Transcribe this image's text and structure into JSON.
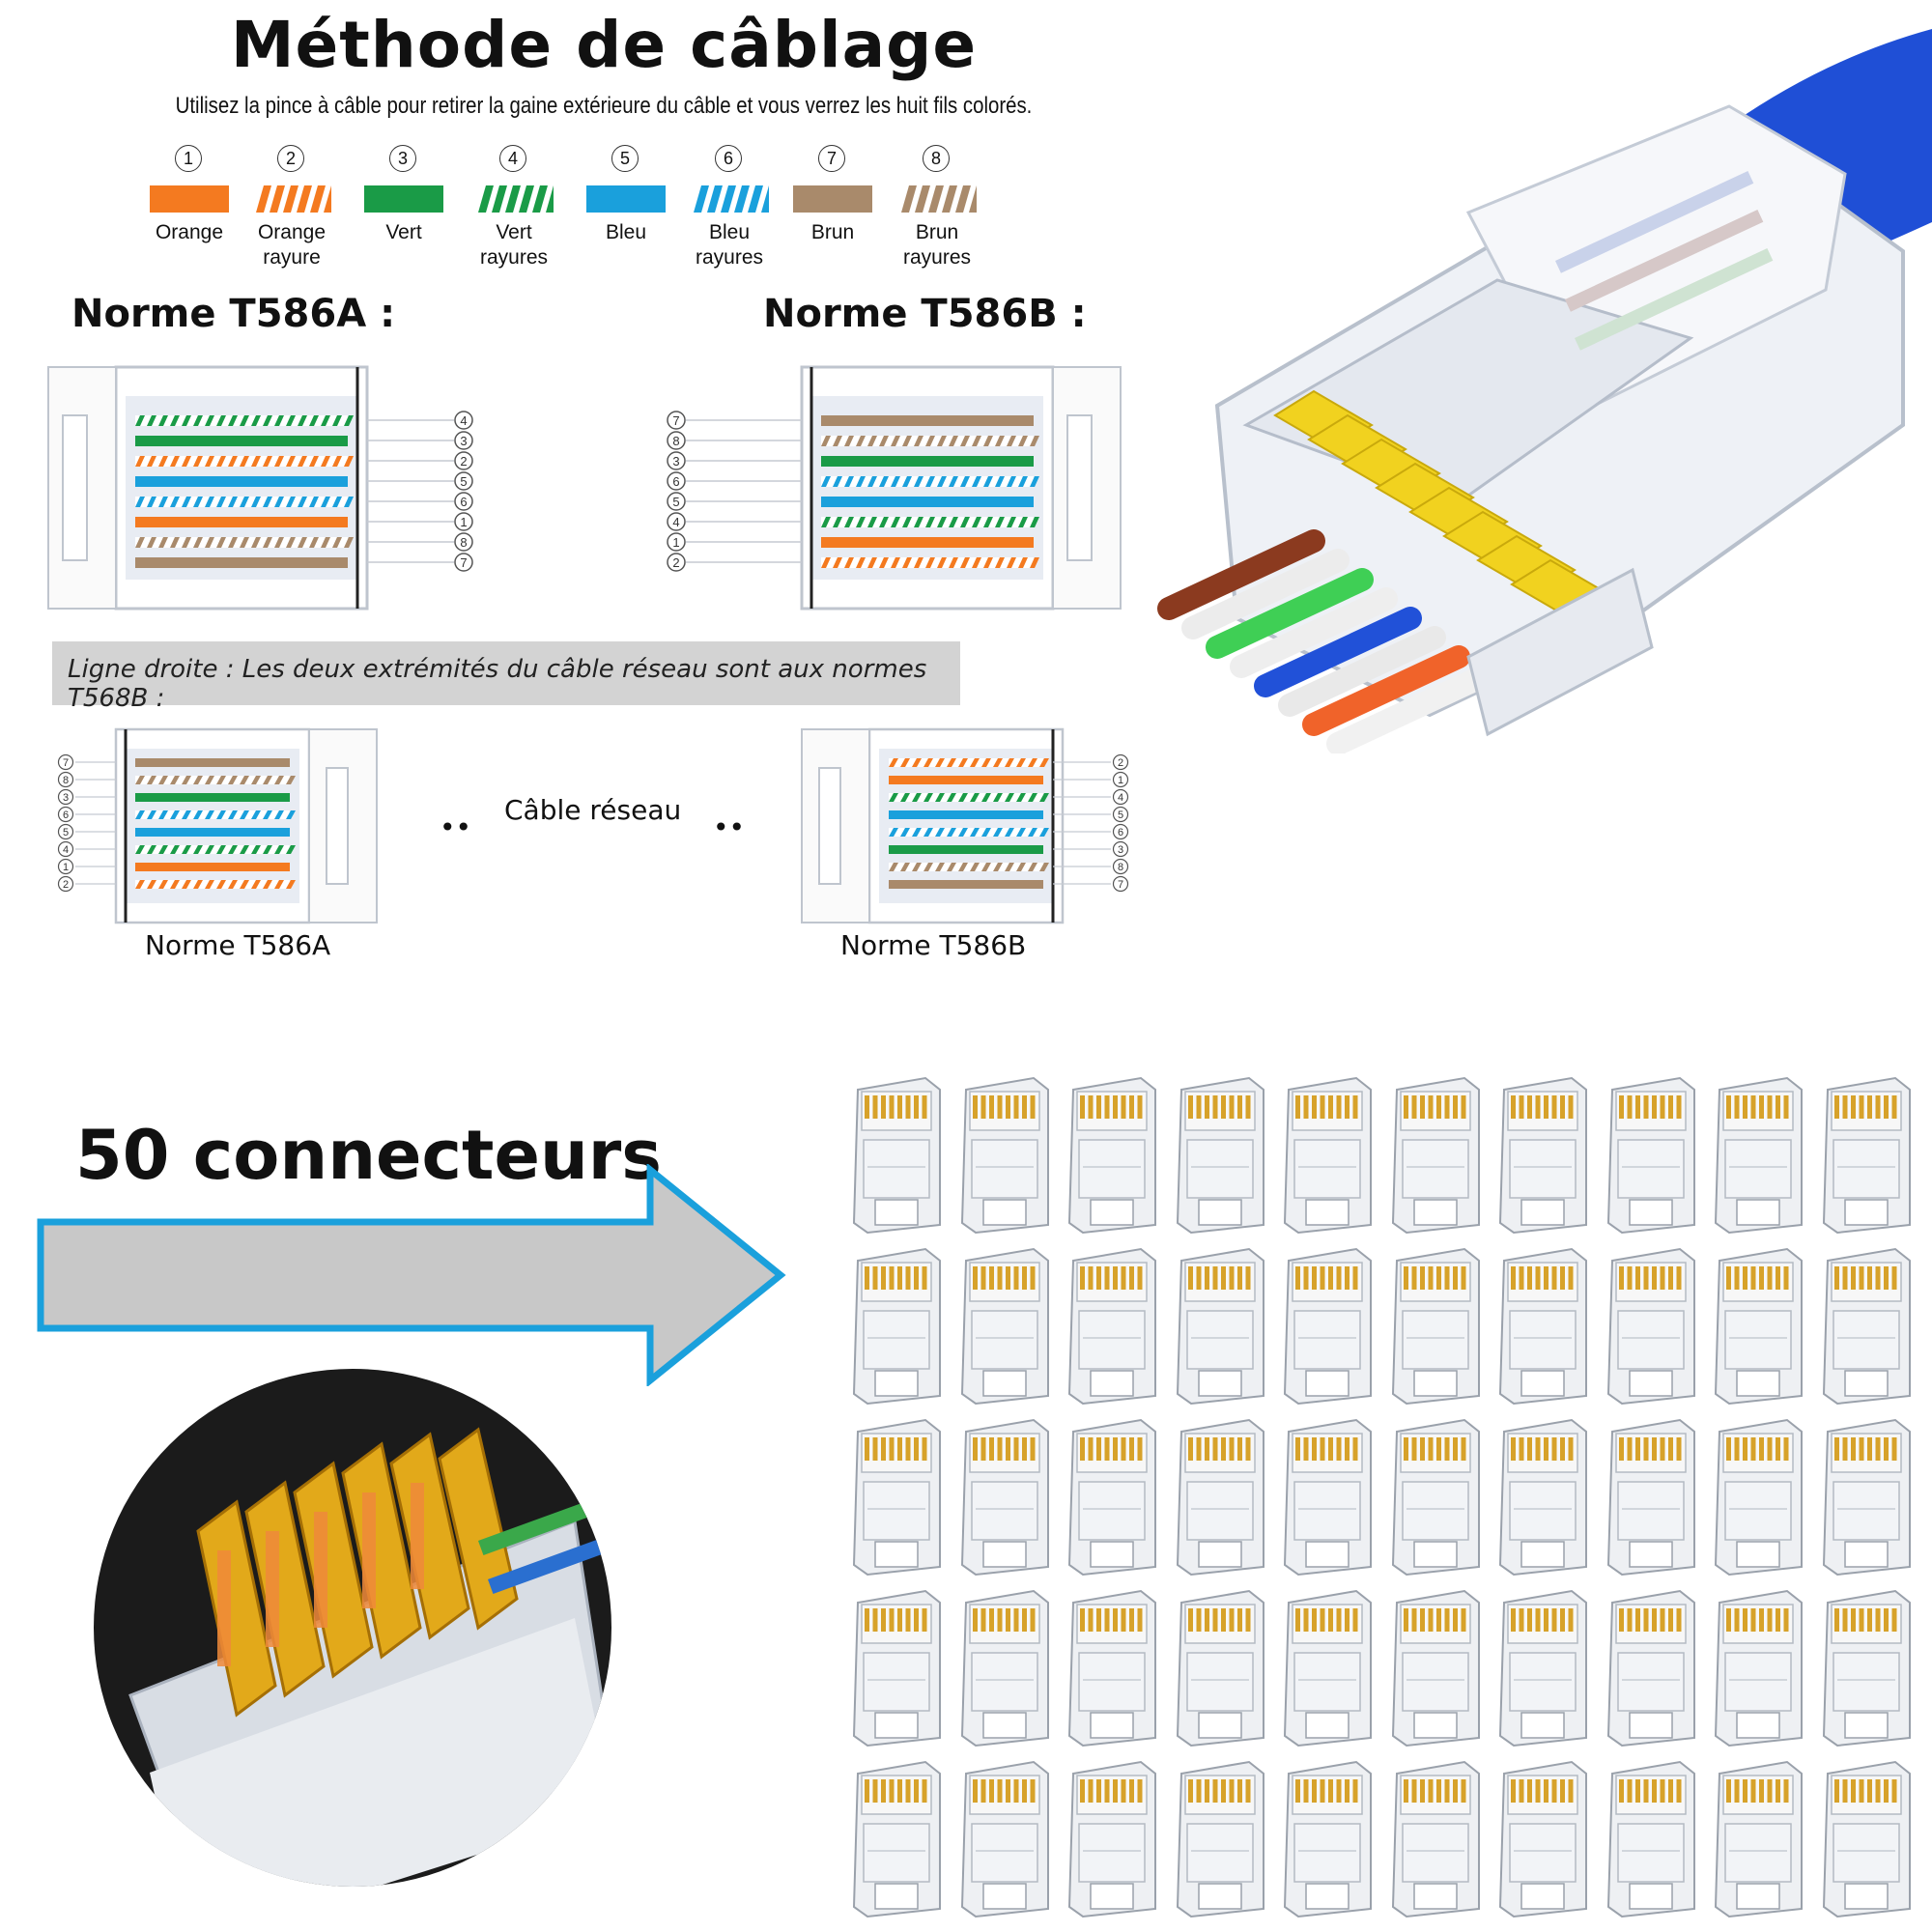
{
  "title": "Méthode de câblage",
  "subtitle": "Utilisez la pince à câble pour retirer la gaine extérieure du câble et vous verrez les huit fils colorés.",
  "wires": [
    {
      "num": "1",
      "label": "Orange",
      "color": "#f47a20",
      "striped": false
    },
    {
      "num": "2",
      "label": "Orange\nrayure",
      "color": "#f47a20",
      "striped": true
    },
    {
      "num": "3",
      "label": "Vert",
      "color": "#1a9b47",
      "striped": false
    },
    {
      "num": "4",
      "label": "Vert\nrayures",
      "color": "#1a9b47",
      "striped": true
    },
    {
      "num": "5",
      "label": "Bleu",
      "color": "#1aa0dc",
      "striped": false
    },
    {
      "num": "6",
      "label": "Bleu\nrayures",
      "color": "#1aa0dc",
      "striped": true
    },
    {
      "num": "7",
      "label": "Brun",
      "color": "#a98a6b",
      "striped": false
    },
    {
      "num": "8",
      "label": "Brun\nrayures",
      "color": "#a98a6b",
      "striped": true
    }
  ],
  "norme_a_heading": "Norme T586A :",
  "norme_b_heading": "Norme T586B :",
  "pin_order_a": [
    "4",
    "3",
    "2",
    "5",
    "6",
    "1",
    "8",
    "7"
  ],
  "pin_order_b": [
    "7",
    "8",
    "3",
    "6",
    "5",
    "4",
    "1",
    "2"
  ],
  "pin_order_small_a": [
    "7",
    "8",
    "3",
    "6",
    "5",
    "4",
    "1",
    "2"
  ],
  "pin_order_small_b": [
    "2",
    "1",
    "4",
    "5",
    "6",
    "3",
    "8",
    "7"
  ],
  "banner_text": "Ligne droite : Les deux extrémités du câble réseau sont aux normes T568B :",
  "cable_label": "Câble réseau",
  "caption_a": "Norme T586A",
  "caption_b": "Norme T586B",
  "connectors_text": "50 connecteurs",
  "colors": {
    "accent_blue": "#1aa0dc",
    "arrow_gray": "#c8c8c8",
    "gold": "#e0a81c",
    "cable_blue": "#1f4fd6"
  }
}
